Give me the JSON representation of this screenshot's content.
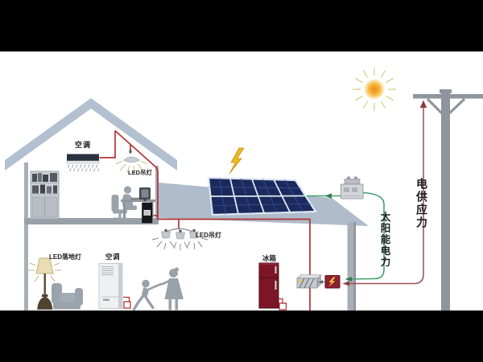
{
  "labels": {
    "ac_upstairs": "空调",
    "led_pendant_upstairs": "LED吊灯",
    "led_pendant_downstairs": "LED吊灯",
    "led_floor_lamp": "LED落地灯",
    "ac_downstairs": "空调",
    "fridge": "冰箱",
    "solar_power": "太阳能电力",
    "grid_supply": "电供应力"
  },
  "colors": {
    "background": "#ffffff",
    "letterbox": "#000000",
    "roof": "#b2c0cf",
    "extension_roof": "#aebccb",
    "wall": "#a9afb6",
    "floor": "#99a0a8",
    "solar_panel": "#1b2a5c",
    "panel_grid": "#dfe7f0",
    "wire_solar_green": "#43a06c",
    "wire_grid_red": "#9a4f50",
    "wire_house_red": "#b23333",
    "sun_core": "#f28a1d",
    "sun_rays": "#d5cf8d",
    "lightning_bolt": "#ecb722",
    "fridge_body": "#7c1626",
    "switch_box": "#8e2130",
    "battery_box": "#c6cacf",
    "silhouette": "#9aa2ab",
    "pole": "#8f959c",
    "label_text": "#1d1d1f"
  },
  "components": [
    "sun",
    "utility-pole",
    "grid-wire",
    "solar-panel-array",
    "inverter",
    "lightning-bolt",
    "house-roof",
    "wall-ac-unit",
    "pendant-lamp",
    "bookshelf",
    "desk-workstation",
    "computer-tower",
    "ceiling-chandelier",
    "floor-lamp",
    "armchair",
    "cabinet-ac-unit",
    "woman-and-child",
    "refrigerator",
    "battery-box",
    "power-switch-box",
    "roof-support-post"
  ]
}
